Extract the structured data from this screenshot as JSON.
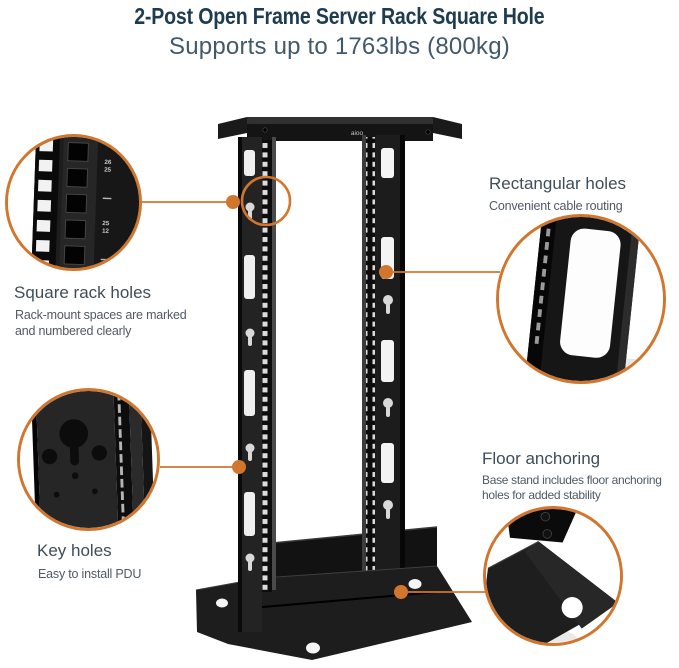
{
  "header": {
    "title": "2-Post Open Frame Server Rack Square Hole",
    "subtitle": "Supports up to 1763lbs (800kg)"
  },
  "accent_color": "#d2762e",
  "rack": {
    "logo": "aioo",
    "rail_markings": [
      "26",
      "25",
      "25",
      "12"
    ]
  },
  "callouts": [
    {
      "id": "square-rack-holes",
      "title": "Square rack holes",
      "description": "Rack-mount spaces are marked and numbered clearly"
    },
    {
      "id": "rectangular-holes",
      "title": "Rectangular holes",
      "description": "Convenient cable routing"
    },
    {
      "id": "key-holes",
      "title": "Key holes",
      "description": "Easy to install PDU"
    },
    {
      "id": "floor-anchoring",
      "title": "Floor anchoring",
      "description": "Base stand includes floor anchoring holes for added stability"
    }
  ]
}
